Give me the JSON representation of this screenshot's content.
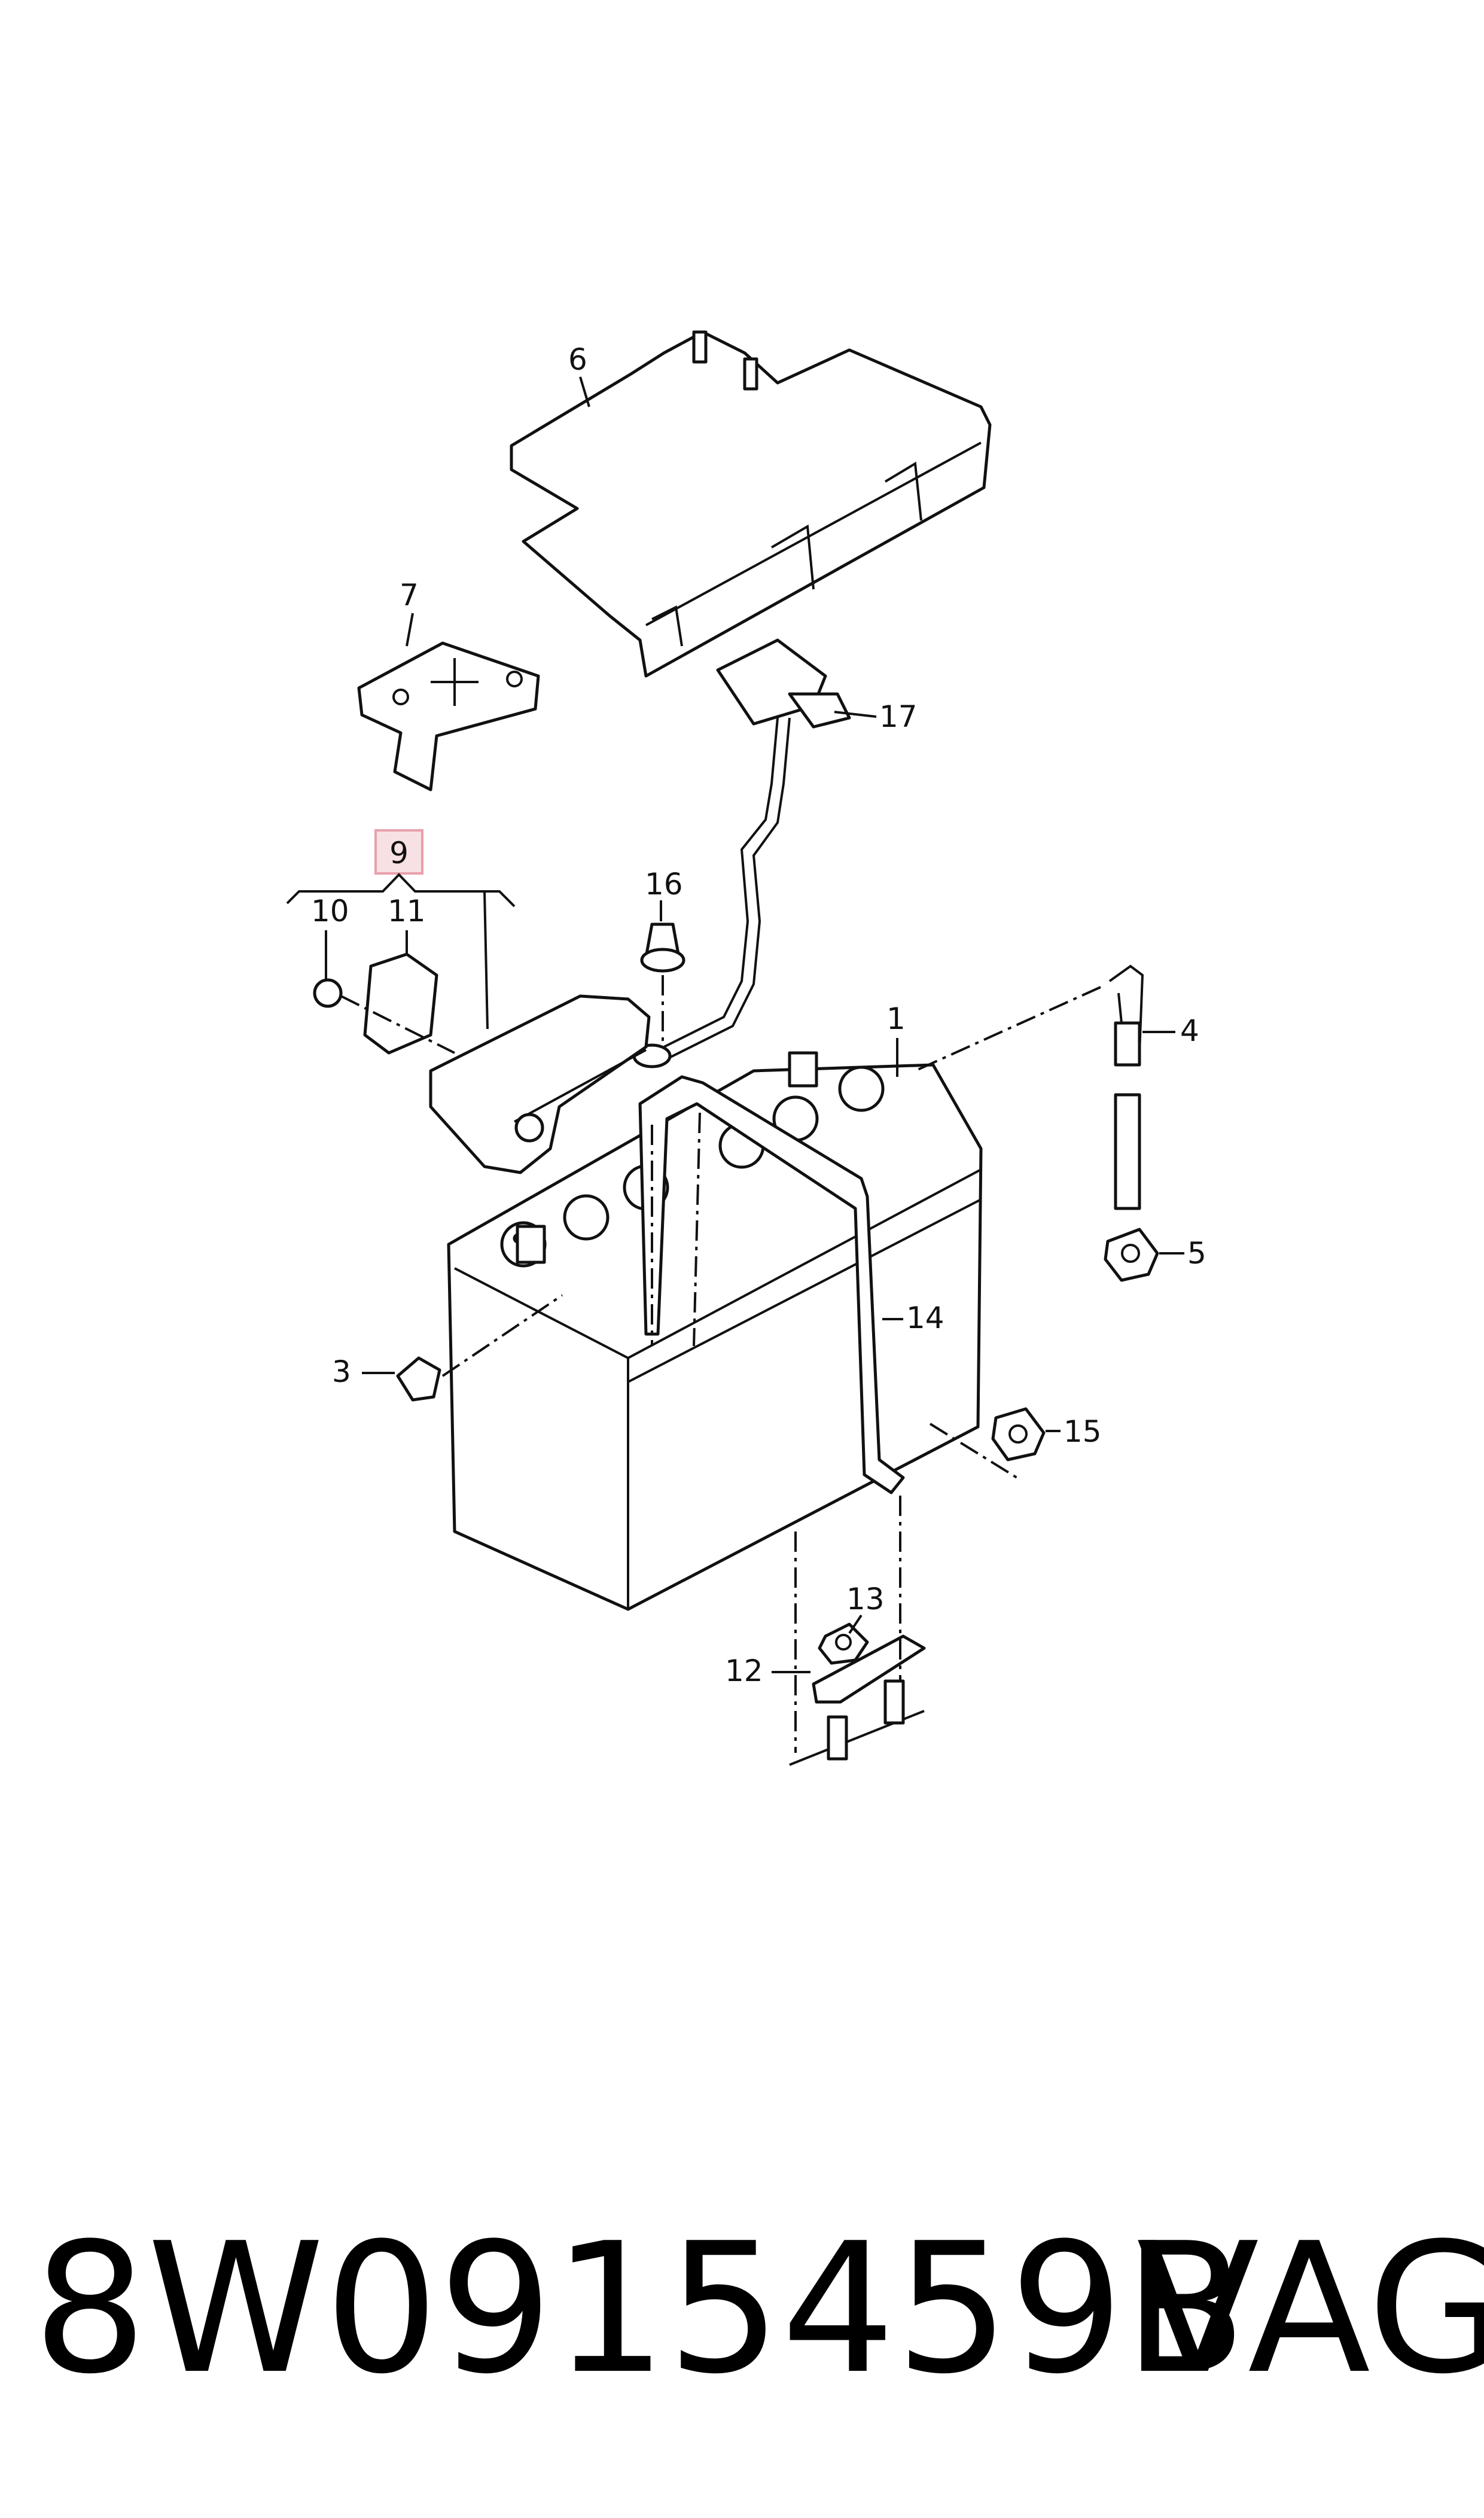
{
  "callouts": {
    "c1": "1",
    "c3": "3",
    "c4": "4",
    "c5": "5",
    "c6": "6",
    "c7": "7",
    "c9": "9",
    "c10": "10",
    "c11": "11",
    "c12": "12",
    "c13": "13",
    "c14": "14",
    "c15": "15",
    "c16": "16",
    "c17": "17"
  },
  "highlight_color": "#e8a0ab",
  "caption": {
    "part_number": "8W0915459B",
    "manufacturer": "VAG"
  }
}
